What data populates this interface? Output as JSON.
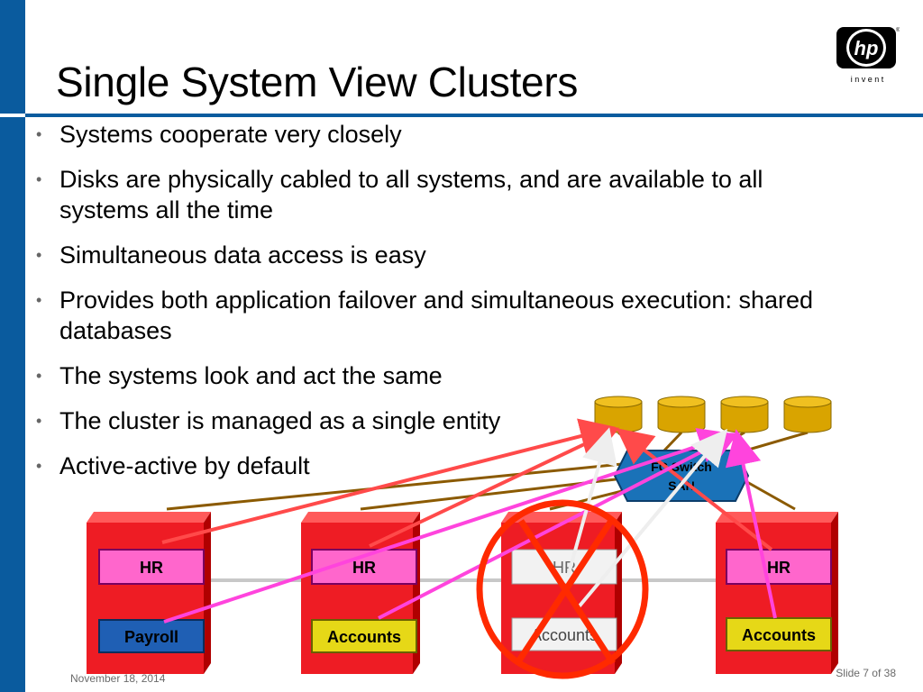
{
  "slide": {
    "title": "Single System View Clusters",
    "logo_text": "hp",
    "logo_tagline": "i n v e n t",
    "bullets": [
      "Systems cooperate very closely",
      "Disks are physically cabled to all systems, and are available to all systems all the time",
      "Simultaneous data access is easy",
      "Provides both application failover and simultaneous execution: shared databases",
      "The systems look and act the same",
      "The cluster is managed as a single entity",
      "Active-active by default"
    ],
    "footer_date": "November 18, 2014",
    "footer_slide": "Slide 7 of 38"
  },
  "diagram": {
    "switch_label_line1": "FC Switch",
    "switch_label_line2": "SAN",
    "servers": [
      {
        "top_label": "HR",
        "bottom_label": "Payroll",
        "failed": false
      },
      {
        "top_label": "HR",
        "bottom_label": "Accounts",
        "failed": false
      },
      {
        "top_label": "HR",
        "bottom_label": "Accounts",
        "failed": true
      },
      {
        "top_label": "HR",
        "bottom_label": "Accounts",
        "failed": false
      }
    ],
    "colors": {
      "server_red": "#ee1c24",
      "hr_pink": "#ff66cc",
      "accounts_yellow": "#e6d817",
      "payroll_blue": "#1f5fb4",
      "disk_gold": "#d9a400",
      "switch_blue": "#1a72b8",
      "cable_brown": "#8b5a00",
      "arrow_red": "#ff4a4a",
      "arrow_pink": "#ff44dd",
      "arrow_white": "#f0f0f0",
      "failed_x": "#ff2a00"
    }
  }
}
